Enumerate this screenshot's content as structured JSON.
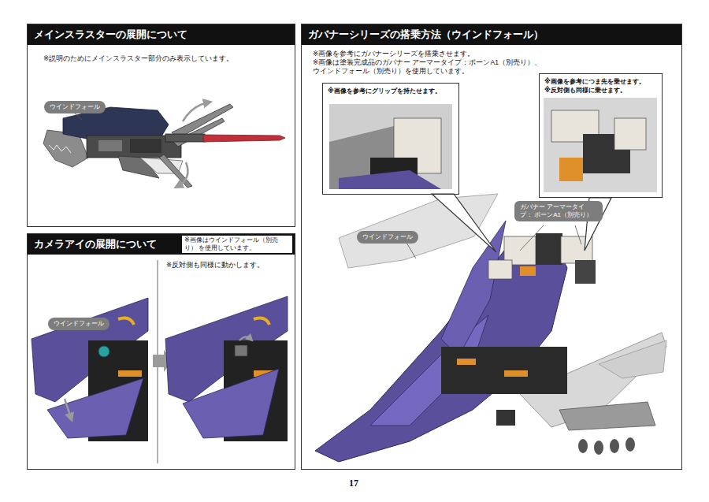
{
  "diagram": {
    "nodes": [
      {
        "text": [
          "メインスラスターの展開について",
          "※説明のためにメインスラスター部分のみ表示しています。"
        ]
      },
      {
        "text": [
          "ウインドフォール"
        ],
        "in": 0
      },
      {
        "text": [
          "カメラアイの展開について",
          "※画像はウインドフォール（別売り） を使用しています。",
          "※反対側も同様に動かします。"
        ]
      },
      {
        "text": [
          "ウインドフォール"
        ],
        "in": 2
      },
      {
        "text": [
          "ガバナーシリーズの搭乗方法（ウインドフォール）",
          "※画像を参考にガバナーシリーズを搭乗させます。",
          "※画像は塗装完成品のガバナー アーマータイプ：ポーンA1（別売り）、 ウインドフォール（別売り）を使用しています。"
        ]
      },
      {
        "text": [
          "※画像を参考にグリップを持たせます。"
        ],
        "in": 4
      },
      {
        "text": [
          "※画像を参考につま先を乗せます。",
          "※反対側も同様に乗せます。"
        ],
        "in": 4
      },
      {
        "text": [
          "ガバナー アーマータイプ： ポーンA1（別売り）"
        ],
        "in": 4
      },
      {
        "text": [
          "ウインドフォール"
        ],
        "in": 4
      }
    ],
    "labels": [
      "17"
    ]
  }
}
